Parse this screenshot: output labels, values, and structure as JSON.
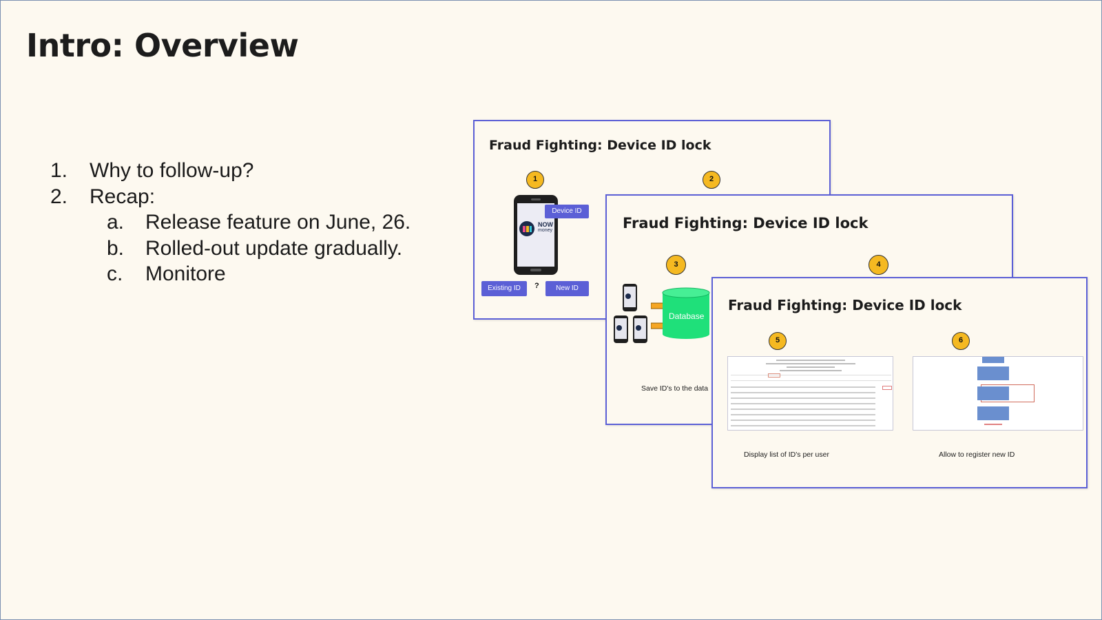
{
  "slide": {
    "title": "Intro: Overview",
    "agenda": [
      {
        "num": "1.",
        "text": "Why to follow-up?"
      },
      {
        "num": "2.",
        "text": "Recap:"
      },
      {
        "num": "a.",
        "text": "Release feature on June, 26."
      },
      {
        "num": "b.",
        "text": "Rolled-out update gradually."
      },
      {
        "num": "c.",
        "text": "Monitore"
      }
    ]
  },
  "cards": {
    "card1": {
      "title": "Fraud Fighting: Device ID lock",
      "badge1": "1",
      "badge2": "2",
      "device_id": "Device ID",
      "existing_id": "Existing ID",
      "question": "?",
      "new_id": "New ID",
      "logo_text_top": "NOW",
      "logo_text_bottom": "money"
    },
    "card2": {
      "title": "Fraud Fighting: Device ID lock",
      "badge3": "3",
      "badge4": "4",
      "database_label": "Database",
      "caption": "Save ID's to the data"
    },
    "card3": {
      "title": "Fraud Fighting: Device ID lock",
      "badge5": "5",
      "badge6": "6",
      "caption_left": "Display list of ID's per user",
      "caption_right": "Allow to register new ID"
    }
  },
  "colors": {
    "background": "#fdf9f0",
    "accent": "#5b5fd6",
    "badge": "#f5b921",
    "database": "#1fe07a",
    "arrow": "#f5a623"
  }
}
